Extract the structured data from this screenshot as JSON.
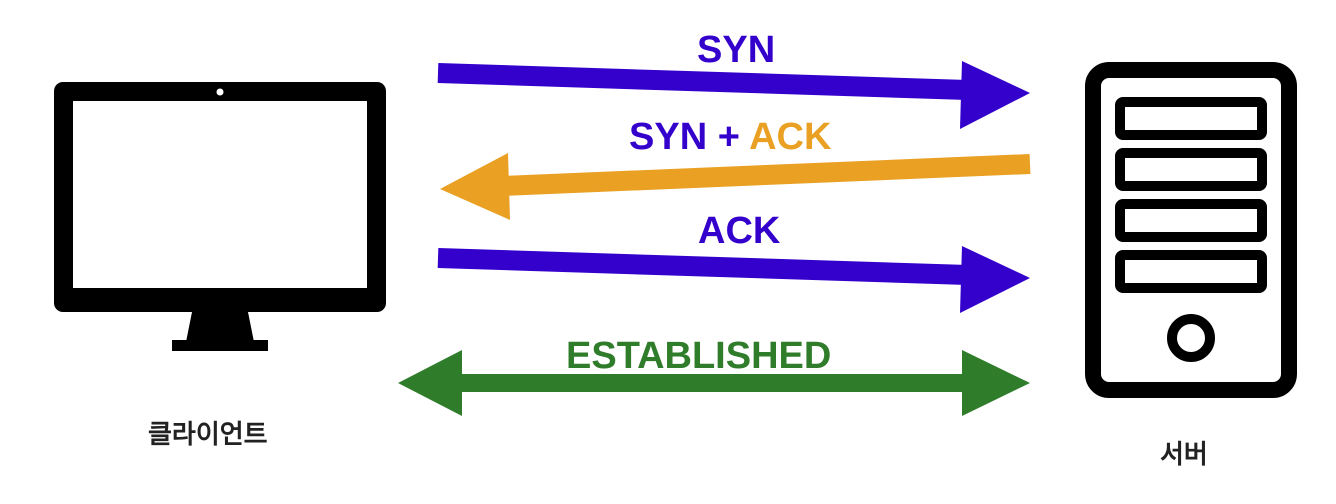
{
  "colors": {
    "purple": "#3300cc",
    "orange": "#e9a023",
    "green": "#2f7d2b",
    "black": "#000000",
    "caption": "#222222"
  },
  "client": {
    "icon": "desktop-monitor-icon",
    "label": "클라이언트"
  },
  "server": {
    "icon": "server-tower-icon",
    "label": "서버"
  },
  "steps": {
    "syn": {
      "label": "SYN"
    },
    "syn_ack": {
      "label_syn": "SYN",
      "label_plus": "+",
      "label_ack": "ACK"
    },
    "ack": {
      "label": "ACK"
    },
    "established": {
      "label": "ESTABLISHED"
    }
  }
}
